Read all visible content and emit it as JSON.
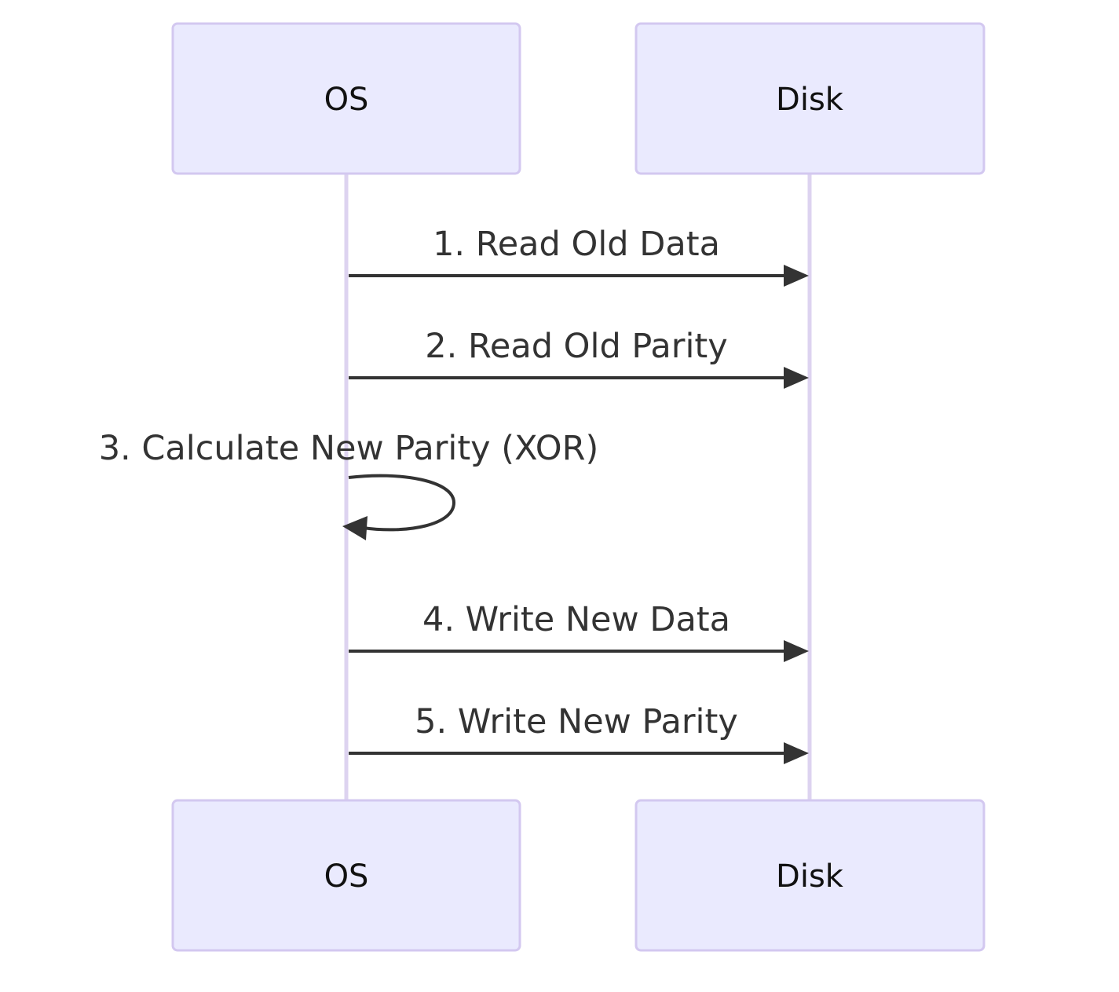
{
  "diagram": {
    "type": "sequence",
    "participants": [
      {
        "id": "os",
        "label": "OS"
      },
      {
        "id": "disk",
        "label": "Disk"
      }
    ],
    "messages": [
      {
        "from": "os",
        "to": "disk",
        "label": "1. Read Old Data"
      },
      {
        "from": "os",
        "to": "disk",
        "label": "2. Read Old Parity"
      },
      {
        "from": "os",
        "to": "os",
        "label": "3. Calculate New Parity (XOR)"
      },
      {
        "from": "os",
        "to": "disk",
        "label": "4. Write New Data"
      },
      {
        "from": "os",
        "to": "disk",
        "label": "5. Write New Parity"
      }
    ],
    "colors": {
      "actor_fill": "#eaeafe",
      "actor_border": "#d3c8f0",
      "lifeline": "#ddd3f0",
      "arrow": "#333333",
      "text": "#333333"
    }
  }
}
